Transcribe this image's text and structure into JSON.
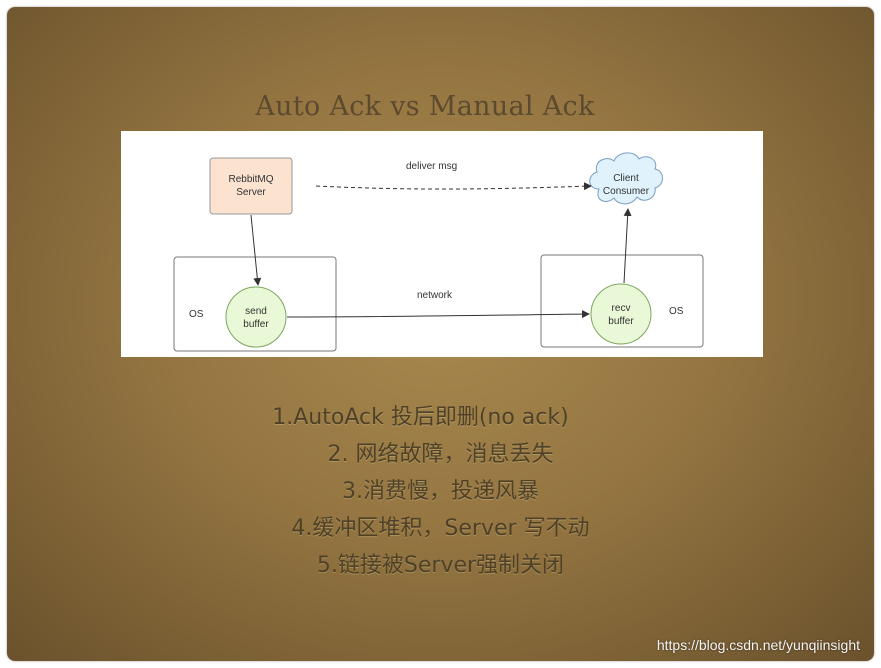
{
  "slide": {
    "title": "Auto Ack vs Manual Ack",
    "points": [
      "1.AutoAck 投后即删(no ack)",
      "2. 网络故障，消息丢失",
      "3.消费慢，投递风暴",
      "4.缓冲区堆积，Server 写不动",
      "5.链接被Server强制关闭"
    ]
  },
  "diagram": {
    "server_label": [
      "RebbitMQ",
      "Server"
    ],
    "client_label": [
      "Client",
      "Consumer"
    ],
    "send_buffer_label": [
      "send",
      "buffer"
    ],
    "recv_buffer_label": [
      "recv",
      "buffer"
    ],
    "os_left": "OS",
    "os_right": "OS",
    "deliver_label": "deliver msg",
    "network_label": "network"
  },
  "watermark": "https://blog.csdn.net/yunqiinsight",
  "colors": {
    "server_fill": "#fbe3cf",
    "cloud_fill": "#e0f2fc",
    "buffer_fill": "#e9f8d6",
    "title_text": "#5c4a2f"
  }
}
